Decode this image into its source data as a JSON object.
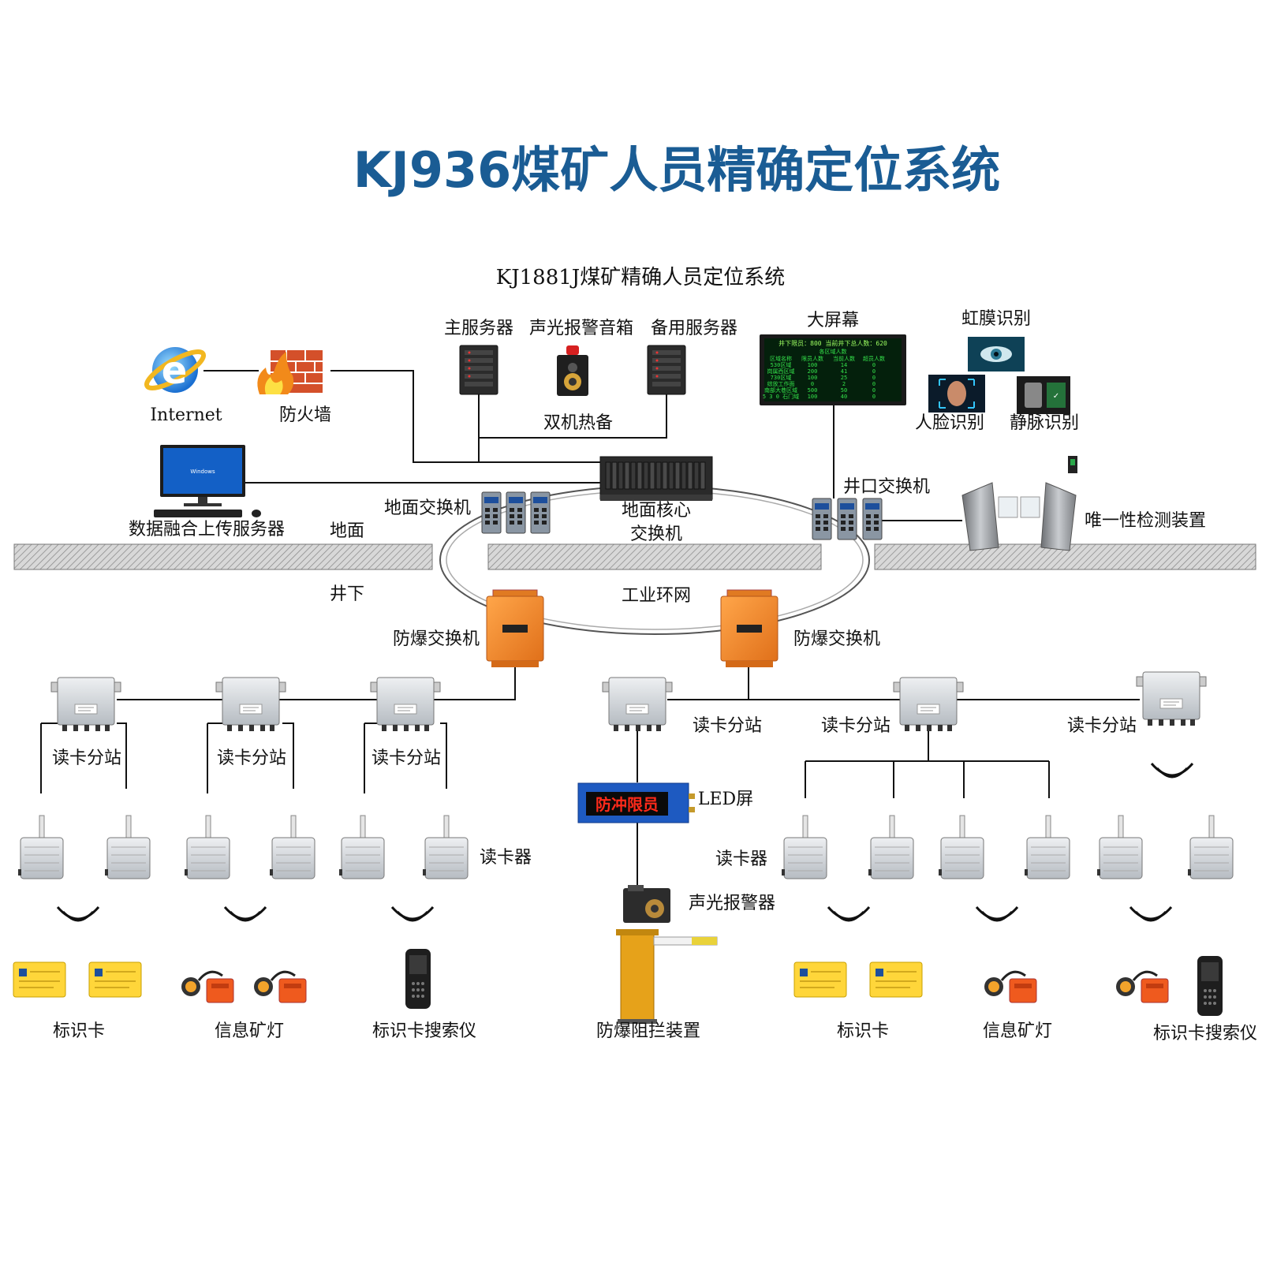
{
  "title": "KJ936煤矿人员精确定位系统",
  "subtitle": "KJ1881J煤矿精确人员定位系统",
  "surface": {
    "internet": "Internet",
    "firewall": "防火墙",
    "main_server": "主服务器",
    "alarm_speaker": "声光报警音箱",
    "backup_server": "备用服务器",
    "dual_hot_standby": "双机热备",
    "big_screen": "大屏幕",
    "iris": "虹膜识别",
    "face": "人脸识别",
    "vein": "静脉识别",
    "upload_server": "数据融合上传服务器",
    "ground_switch": "地面交换机",
    "core_switch_line1": "地面核心",
    "core_switch_line2": "交换机",
    "shaft_switch": "井口交换机",
    "uniqueness_device": "唯一性检测装置",
    "ground": "地面"
  },
  "screen": {
    "header": "井下限员：800 当前井下总人数：620",
    "subheader": "各区域人数",
    "columns": [
      "区域名称",
      "限员人数",
      "当前人数",
      "超员人数"
    ],
    "rows": [
      [
        "530区域",
        "100",
        "14",
        "0"
      ],
      [
        "岗属西区域",
        "200",
        "41",
        "0"
      ],
      [
        "730区域",
        "100",
        "25",
        "0"
      ],
      [
        "综放工作面",
        "0",
        "2",
        "0"
      ],
      [
        "南部大巷区域",
        "500",
        "50",
        "0"
      ],
      [
        "5 3 0 石门域",
        "100",
        "40",
        "0"
      ]
    ]
  },
  "underground": {
    "label": "井下",
    "ring": "工业环网",
    "ex_switch_left": "防爆交换机",
    "ex_switch_right": "防爆交换机",
    "substation": "读卡分站",
    "reader": "读卡器",
    "led_screen": "LED屏",
    "led_text": "防冲限员",
    "alarm": "声光报警器",
    "barrier": "防爆阻拦装置",
    "id_card": "标识卡",
    "info_lamp": "信息矿灯",
    "card_finder": "标识卡搜索仪"
  }
}
